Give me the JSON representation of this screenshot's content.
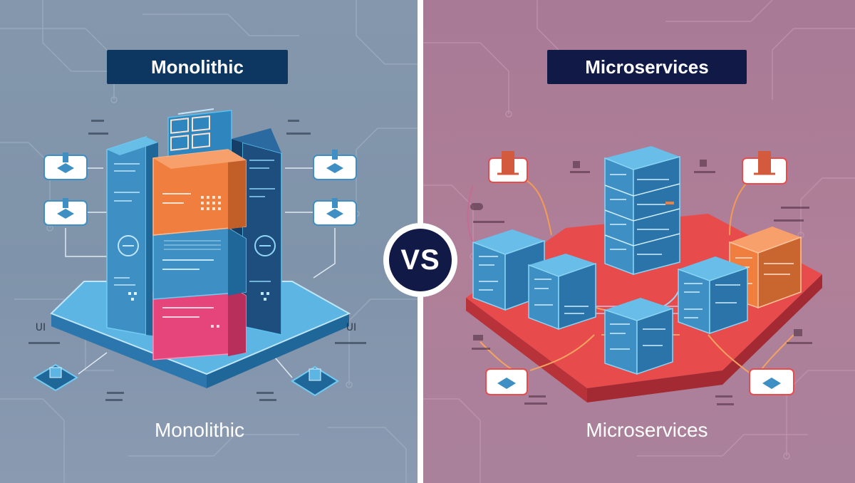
{
  "left": {
    "title": "Monolithic",
    "caption": "Monolithic",
    "labels": [
      "UI",
      "UI"
    ]
  },
  "center": {
    "vs": "VS"
  },
  "right": {
    "title": "Microservices",
    "caption": "Microservices"
  },
  "colors": {
    "left_bg": "#8497ac",
    "right_bg": "#b07f98",
    "title_left": "#0d3760",
    "title_right": "#111a46",
    "blue": "#3e8fc3",
    "orange": "#f07f3f",
    "pink": "#e5457a",
    "red": "#e84b4b",
    "navy": "#111a46"
  },
  "icons": [
    "server-stack-icon",
    "database-icon",
    "cube-icon",
    "network-icon"
  ]
}
